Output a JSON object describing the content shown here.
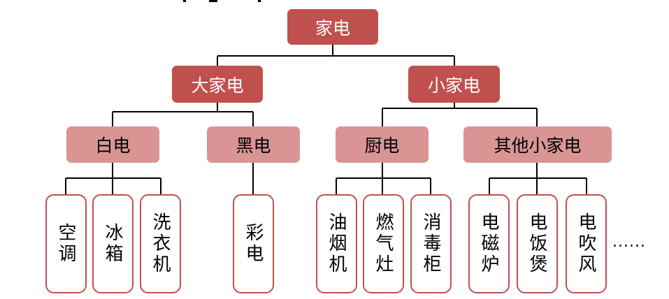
{
  "root": {
    "label": "家电"
  },
  "level1": [
    {
      "label": "大家电"
    },
    {
      "label": "小家电"
    }
  ],
  "level2": [
    {
      "label": "白电"
    },
    {
      "label": "黑电"
    },
    {
      "label": "厨电"
    },
    {
      "label": "其他小家电"
    }
  ],
  "leaves": [
    {
      "label": "空调"
    },
    {
      "label": "冰箱"
    },
    {
      "label": "洗衣机"
    },
    {
      "label": "彩电"
    },
    {
      "label": "油烟机"
    },
    {
      "label": "燃气灶"
    },
    {
      "label": "消毒柜"
    },
    {
      "label": "电磁炉"
    },
    {
      "label": "电饭煲"
    },
    {
      "label": "电吹风"
    }
  ],
  "more": "......",
  "colors": {
    "dark_red": "#c0504d",
    "light_red": "#d99594",
    "connector": "#000000"
  }
}
